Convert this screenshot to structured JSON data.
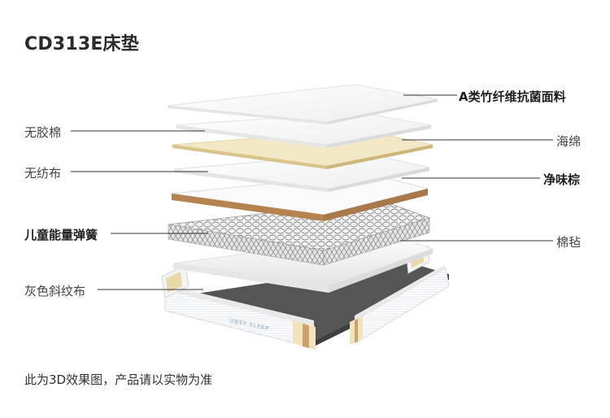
{
  "title": "CD313E床垫",
  "layers_left": {
    "l1": "无胶棉",
    "l2": "无纺布",
    "l3": "儿童能量弹簧",
    "l4": "灰色斜纹布"
  },
  "layers_right": {
    "r1": "A类竹纤维抗菌面料",
    "r2": "海绵",
    "r3": "净味棕",
    "r4": "棉毡"
  },
  "brand_mark": "UNSY SLEEP",
  "footnote": "此为3D效果图，产品请以实物为准",
  "colors": {
    "foam": "#f2e7c4",
    "coir": "#b98a5a",
    "base_fabric": "#5a5a5a",
    "white_layer": "#fdfdfd"
  }
}
